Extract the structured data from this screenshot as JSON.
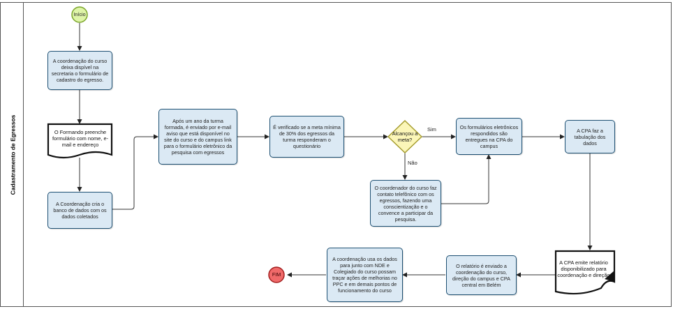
{
  "lane": {
    "title": "Cadastramento de Egressos"
  },
  "colors": {
    "box_fill": "#dbe9f4",
    "box_border": "#1c4f72",
    "start_fill": "#dff5a8",
    "start_border": "#7aa52a",
    "end_fill": "#f06a6a",
    "end_border": "#a32020",
    "decision_fill": "#fbf6b8",
    "decision_border": "#a39a2a"
  },
  "nodes": {
    "start": "Início",
    "step1": "A coordenação do curso deixa dispível na secretaria o formulário de cadastro do egresso.",
    "doc1": "O Formando preenche formulário com nome, e-mail e endereço",
    "step2": "A Coordenação cria o banco de dados com os dados coletados",
    "step3": "Após um ano da turma formada, é enviado por e-mail aviso que está disponível no site do curso e do campus link para o formulário eletrônico da pesquisa com egressos",
    "step4": "É verificado se a meta mínima de 30% dos egressos da turma responderam o questionário",
    "decision": "Alcançou a meta?",
    "step5": "O coordenador do curso faz contato telefônico com os egressos, fazendo uma conscientização e o convence a participar da pesquisa.",
    "step6": "Os formulários eletrônicos respondidos são entregues na CPA do campus",
    "step7": "A CPA faz a tabulação dos dados",
    "doc2": "A CPA emite relatório disponibilizado para coordenação e direção",
    "step8": "O relatório é enviado a coordenação do curso, direção do campus e CPA central em Belém",
    "step9": "A coordenação usa os dados para junto com NDE e Colegiado do curso possam traçar ações de melhorias no PPC e em demais pontos de funcionamento do curso",
    "end": "FIM"
  },
  "edges": {
    "yes": "Sim",
    "no": "Não"
  }
}
